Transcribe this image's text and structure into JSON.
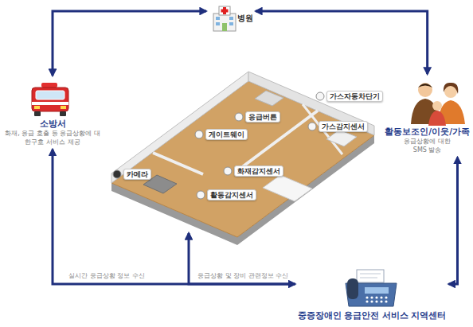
{
  "diagram": {
    "nodes": [
      {
        "text": [
          "병원"
        ]
      },
      {
        "text": [
          "소방서",
          "화재, 응급 호출 등 응급상황에 대한구호 서비스 제공"
        ]
      },
      {
        "text": [
          "가스자동차단기",
          "응급버튼",
          "게이트웨이",
          "가스감지센서",
          "카메라",
          "화재감지센서",
          "활동감지센서"
        ]
      },
      {
        "text": [
          "활동보조인/이웃/가족",
          "응급상황에 대한 SMS 발송"
        ]
      },
      {
        "text": [
          "중증장애인 응급안전 서비스 지역센터"
        ]
      }
    ],
    "edges": [
      {
        "from": 0,
        "to": 1,
        "arrow": "both"
      },
      {
        "from": 0,
        "to": 3,
        "arrow": "both"
      },
      {
        "from": 1,
        "to": 4,
        "arrow": "both",
        "label": "실시간 응급상황 정보 수신"
      },
      {
        "from": 4,
        "to": 2,
        "arrow": "to",
        "label": "응급상황 및 장비 관련정보 수신"
      },
      {
        "from": 3,
        "to": 4,
        "arrow": "both"
      }
    ]
  }
}
